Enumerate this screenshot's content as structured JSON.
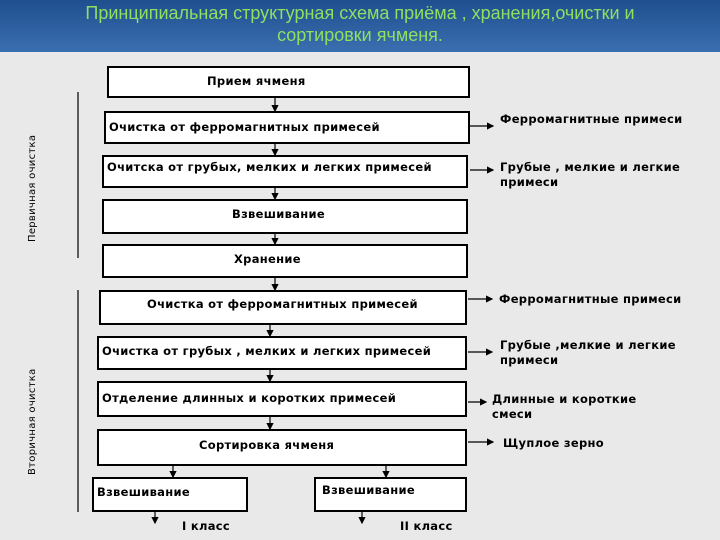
{
  "header": {
    "title_line1": "Принципиальная структурная схема приёма , хранения,очистки и",
    "title_line2": "сортировки ячменя."
  },
  "groups": {
    "primary": "Первичная очистка",
    "secondary": "Вторичная очистка"
  },
  "steps": {
    "receiving": "Прием ячменя",
    "ferro_1": "Очистка от ферромагнитных примесей",
    "coarse_1": "Очитска от грубых, мелких и легких примесей",
    "weighing_1": "Взвешивание",
    "storage": "Хранение",
    "ferro_2": "Очистка от ферромагнитных примесей",
    "coarse_2": "Очистка от грубых , мелких и легких примесей",
    "separation": "Отделение длинных и коротких примесей",
    "sorting": "Сортировка ячменя",
    "weighing_left": "Взвешивание",
    "weighing_right": "Взвешивание"
  },
  "outputs": {
    "ferro_1": "Ферромагнитные примеси",
    "coarse_1_line1": "Грубые , мелкие и легкие",
    "coarse_1_line2": "примеси",
    "ferro_2": "Ферромагнитные примеси",
    "coarse_2_line1": "Грубые ,мелкие и легкие",
    "coarse_2_line2": "примеси",
    "separation_line1": "Длинные и короткие",
    "separation_line2": "смеси",
    "sorting": "Щуплое зерно"
  },
  "classes": {
    "first": "I класс",
    "second": "II класс"
  }
}
